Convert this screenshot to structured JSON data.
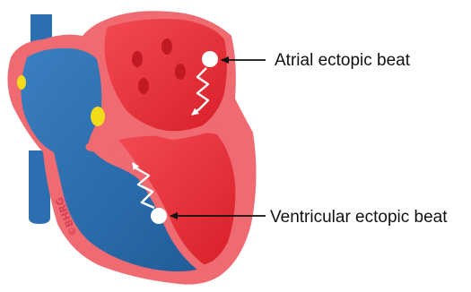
{
  "labels": {
    "atrial": "Atrial ectopic beat",
    "ventricular": "Ventricular ectopic beat"
  },
  "watermark": "©BHRG",
  "colors": {
    "right_heart": "#2b6fb0",
    "left_heart": "#e8313a",
    "wall": "#f06a72",
    "vessel": "#2b6fb0",
    "valve": "#f2dc1a",
    "ectopic_focus": "#ffffff",
    "label_text": "#111111"
  }
}
